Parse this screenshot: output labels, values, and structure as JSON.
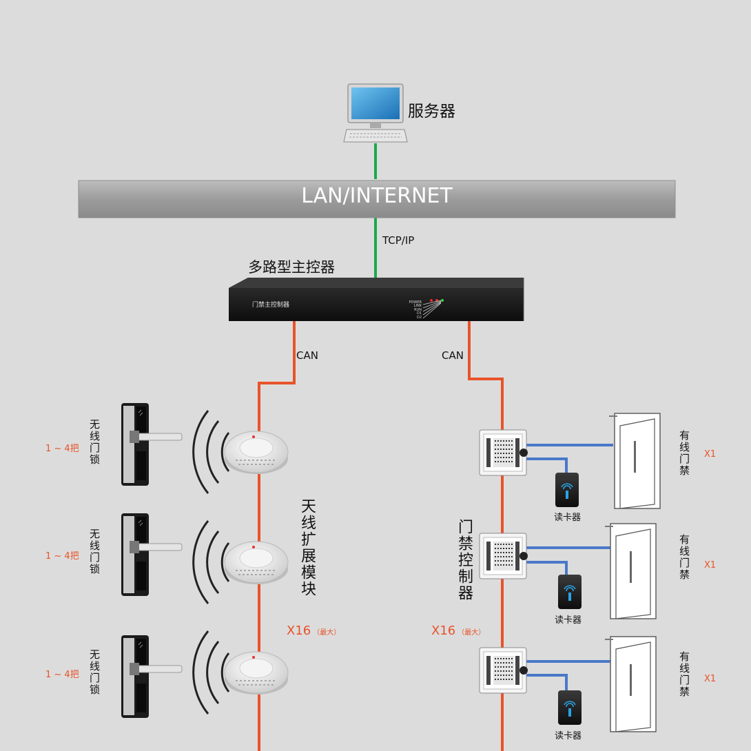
{
  "server": {
    "label": "服务器",
    "icon": "desktop-computer-icon"
  },
  "network": {
    "label": "LAN/INTERNET",
    "link_label": "TCP/IP"
  },
  "controller": {
    "label": "多路型主控器",
    "panel_text": "门禁主控制器",
    "indicators": [
      "POWER",
      "LINK",
      "RUN",
      "D1",
      "D2"
    ]
  },
  "buses": {
    "left_label": "CAN",
    "right_label": "CAN"
  },
  "wireless": {
    "module_label": "天线扩展模块",
    "count": "X16",
    "count_note": "（最大）",
    "lock_label": "无线门锁",
    "lock_count": "1 ~ 4把",
    "rows": 3
  },
  "wired": {
    "controller_label": "门禁控制器",
    "count": "X16",
    "count_note": "（最大）",
    "reader_label": "读卡器",
    "door_label": "有线门禁",
    "door_count": "X1",
    "rows": 3
  },
  "colors": {
    "background": "#dcdcdc",
    "ethernet": "#1aa84a",
    "can_bus": "#e8532a",
    "signal_wire": "#4a78c8",
    "accent_text": "#e8532a"
  }
}
